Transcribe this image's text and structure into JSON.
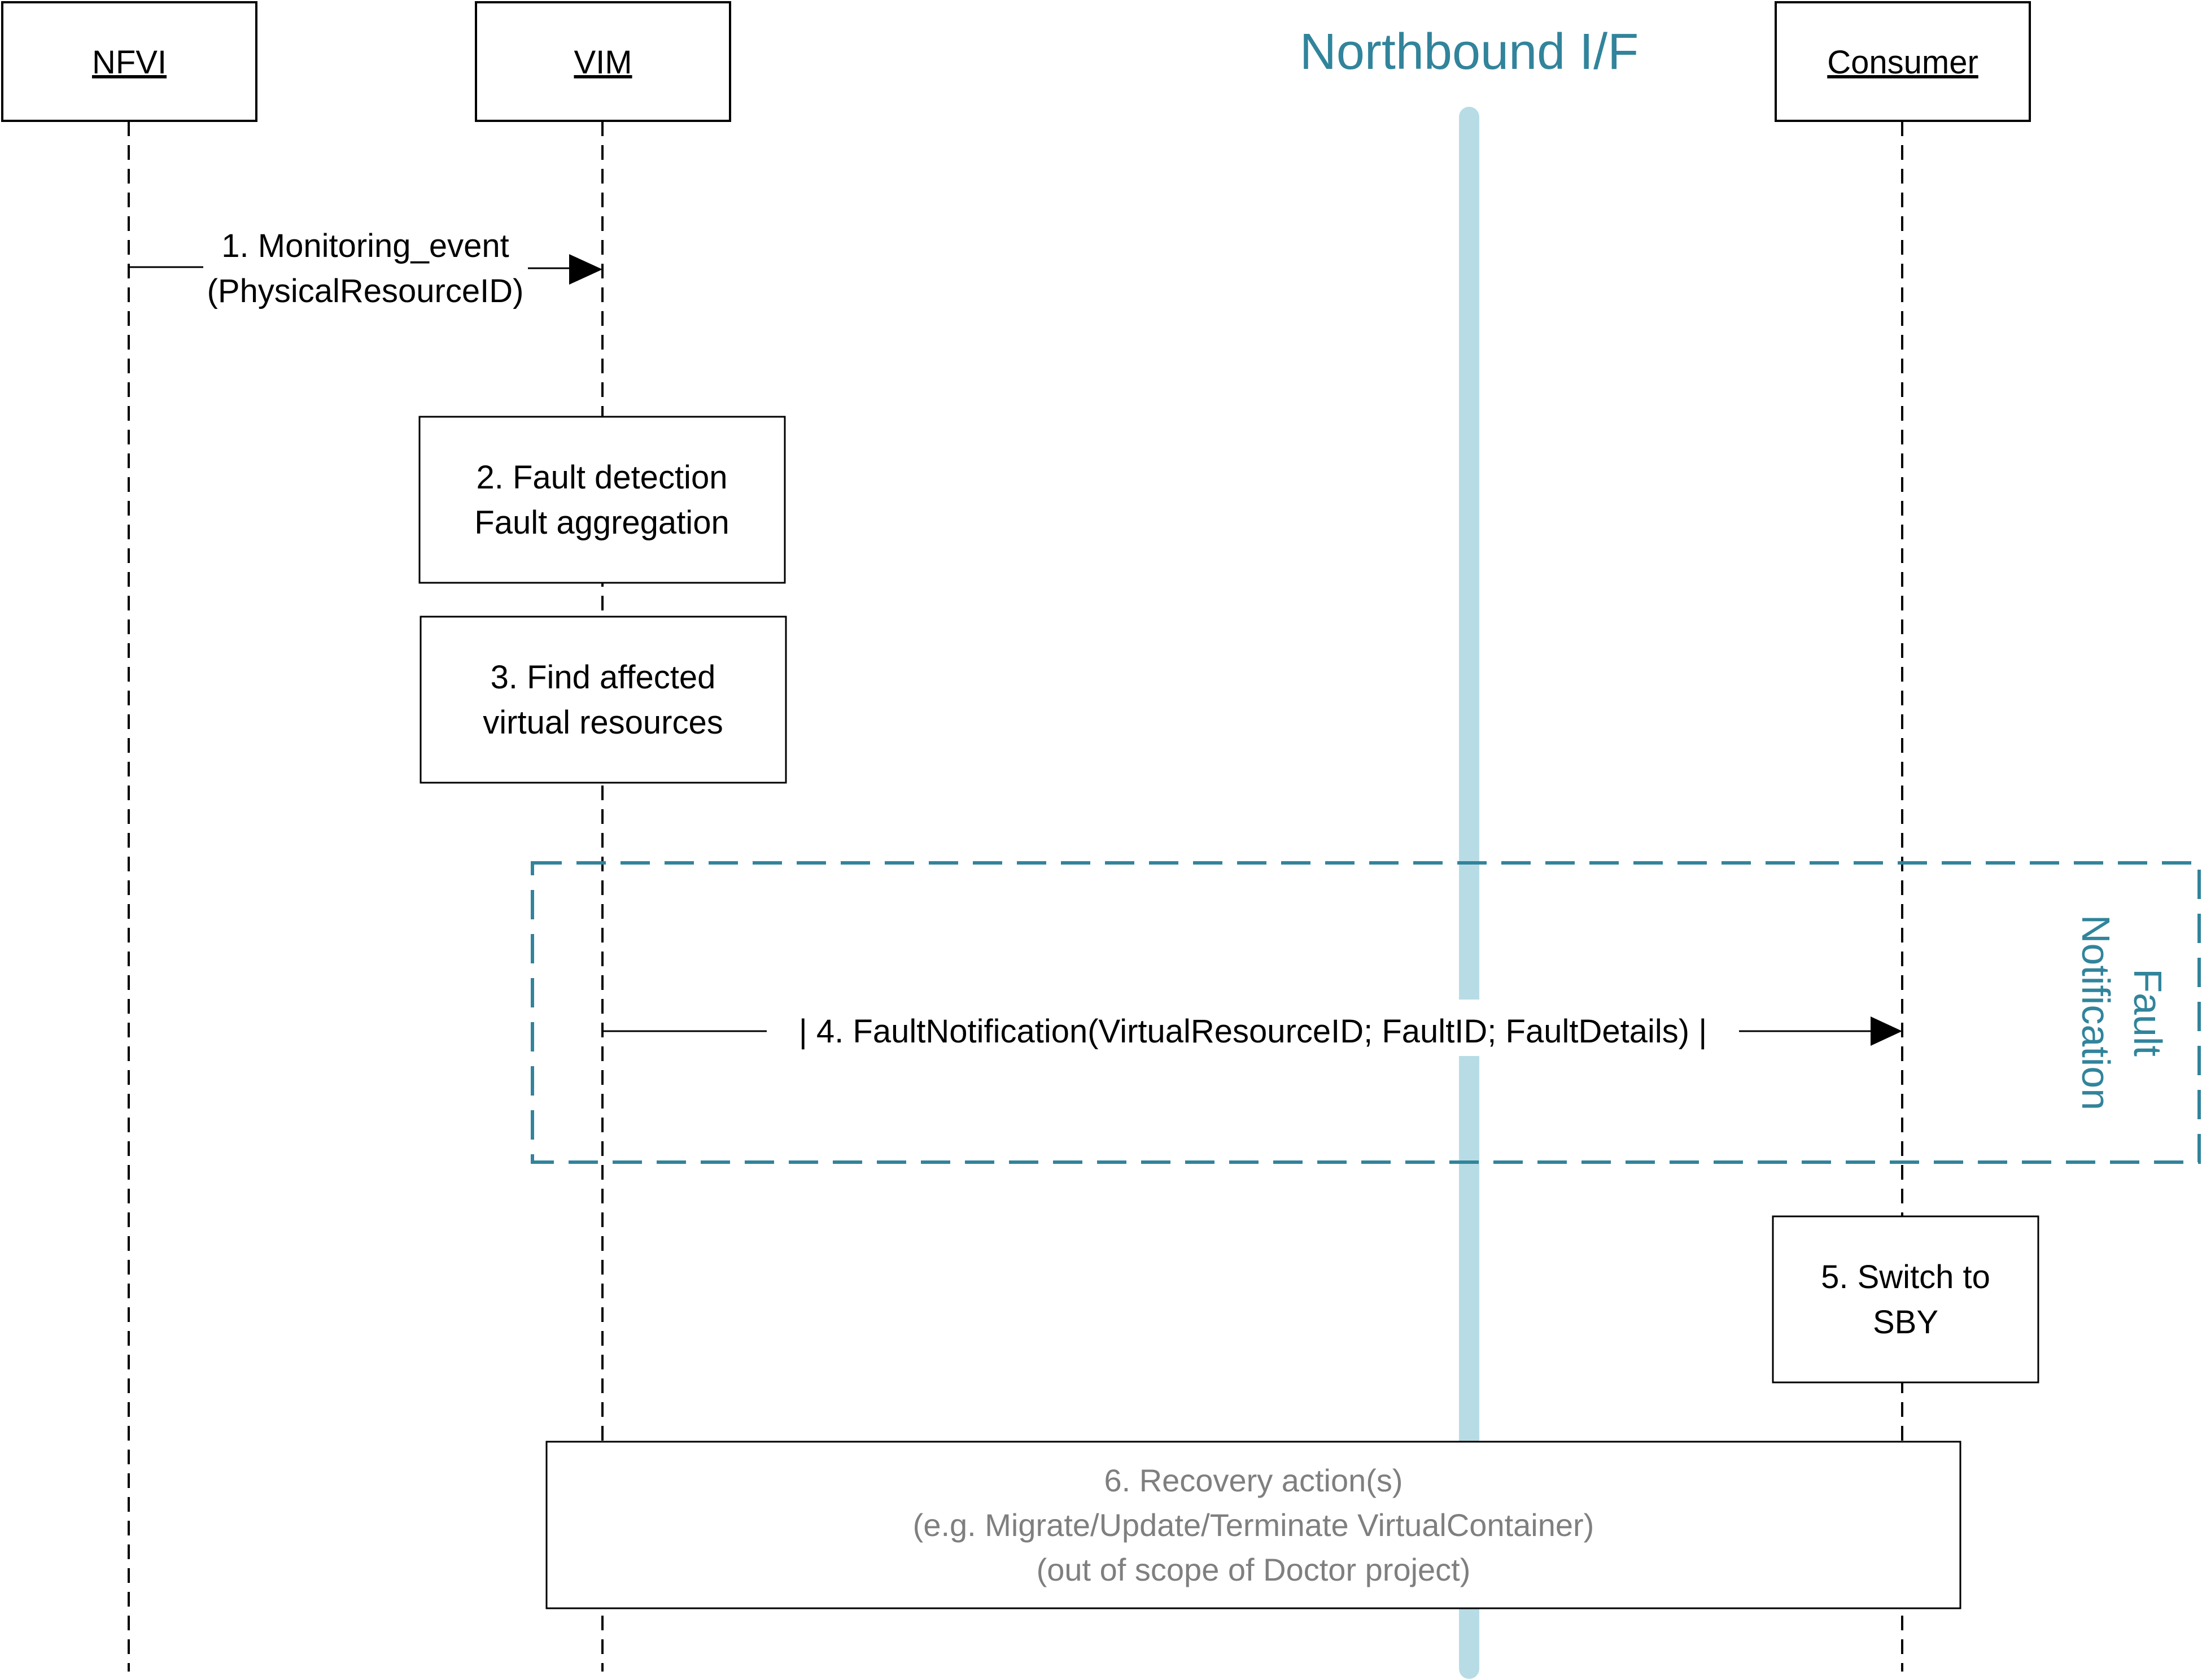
{
  "colors": {
    "interface_line": "#b8dce6",
    "interface_title": "#31849b",
    "fault_frame": "#31849b",
    "recovery_text": "#7f7f7f"
  },
  "actors": [
    {
      "id": "nfvi",
      "label": "NFVI"
    },
    {
      "id": "vim",
      "label": "VIM"
    },
    {
      "id": "consumer",
      "label": "Consumer"
    }
  ],
  "interface": {
    "title": "Northbound I/F"
  },
  "messages": {
    "monitoring_event": {
      "line1": "1. Monitoring_event",
      "line2": "(PhysicalResourceID)"
    },
    "fault_notification": {
      "text": "| 4. FaultNotification(VirtualResourceID; FaultID; FaultDetails) |"
    }
  },
  "steps": {
    "fault_detection": {
      "line1": "2. Fault detection",
      "line2": "Fault aggregation"
    },
    "find_affected": {
      "line1": "3. Find affected",
      "line2": "virtual resources"
    },
    "switch_sby": {
      "line1": "5. Switch to",
      "line2": "SBY"
    },
    "recovery": {
      "line1": "6. Recovery action(s)",
      "line2": "(e.g. Migrate/Update/Terminate VirtualContainer)",
      "line3": "(out of scope of Doctor project)"
    }
  },
  "fault_frame": {
    "line1": "Fault",
    "line2": "Notification"
  }
}
